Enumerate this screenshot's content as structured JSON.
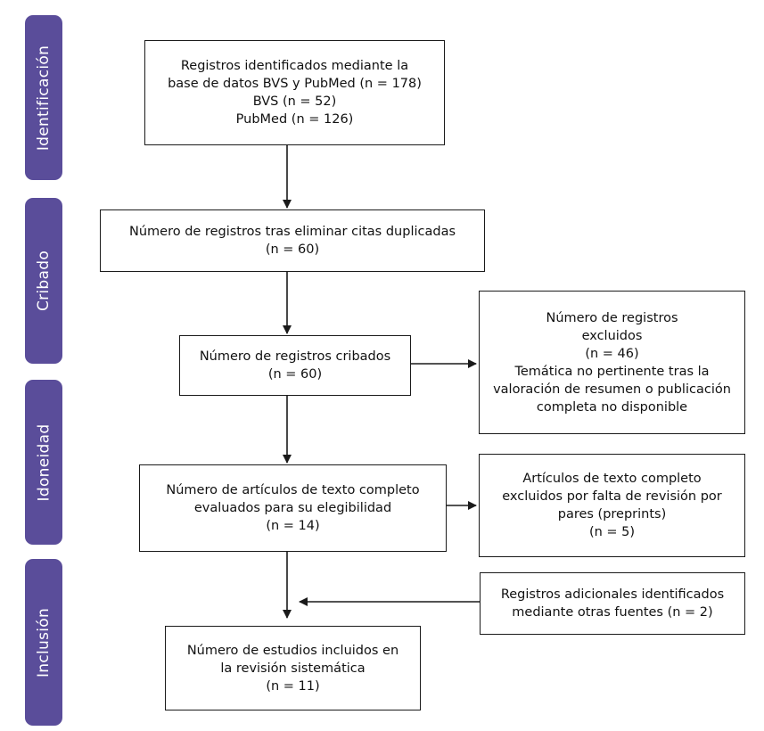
{
  "phases": {
    "identificacion": "Identificación",
    "cribado": "Cribado",
    "idoneidad": "Idoneidad",
    "inclusion": "Inclusión"
  },
  "boxes": {
    "identified": {
      "lines": [
        "Registros identificados mediante la",
        "base de datos BVS y PubMed (n = 178)",
        "BVS (n = 52)",
        "PubMed (n = 126)"
      ]
    },
    "after_duplicates": {
      "lines": [
        "Número de registros tras eliminar citas duplicadas",
        "(n = 60)"
      ]
    },
    "screened": {
      "lines": [
        "Número de registros cribados",
        "(n = 60)"
      ]
    },
    "excluded_records": {
      "lines": [
        "Número de registros",
        "excluidos",
        "(n = 46)",
        "Temática no pertinente tras la",
        "valoración de resumen o publicación",
        "completa no disponible"
      ]
    },
    "fulltext_assessed": {
      "lines": [
        "Número de artículos de texto completo",
        "evaluados para su elegibilidad",
        "(n = 14)"
      ]
    },
    "fulltext_excluded": {
      "lines": [
        "Artículos de texto completo",
        "excluidos por falta de revisión por",
        "pares (preprints)",
        "(n = 5)"
      ]
    },
    "additional_records": {
      "lines": [
        "Registros adicionales identificados",
        "mediante otras fuentes (n = 2)"
      ]
    },
    "included": {
      "lines": [
        "Número de estudios incluidos en",
        "la revisión sistemática",
        "(n = 11)"
      ]
    }
  }
}
